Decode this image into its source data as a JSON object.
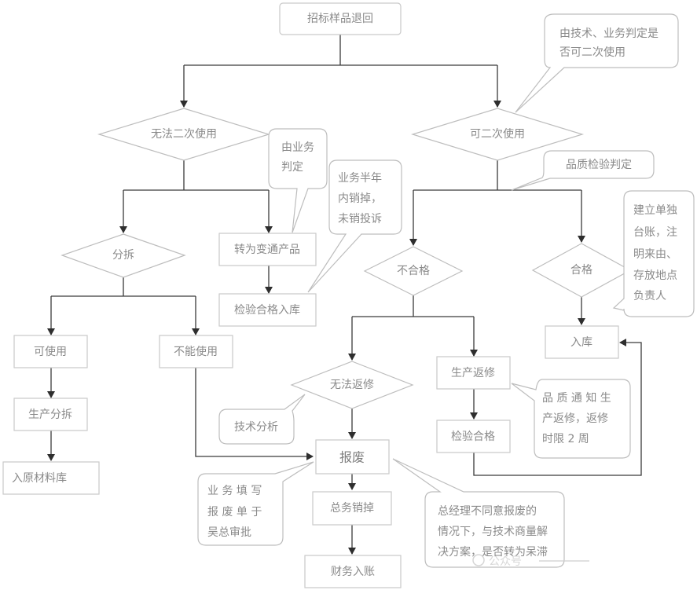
{
  "nodes": {
    "start": "招标样品退回",
    "unusable": "无法二次使用",
    "reusable": "可二次使用",
    "dismantle": "分拆",
    "convert": "转为变通产品",
    "inspect_pass_store": "检验合格入库",
    "fail": "不合格",
    "pass": "合格",
    "usable": "可使用",
    "not_usable": "不能使用",
    "prod_dismantle": "生产分拆",
    "raw_store": "入原材料库",
    "cannot_repair": "无法返修",
    "prod_repair": "生产返修",
    "inspect_pass": "检验合格",
    "scrap": "报废",
    "gm_writeoff": "总务销掉",
    "finance": "财务入账",
    "store": "入库"
  },
  "callouts": {
    "tech_business": [
      "由技术、业务判定是",
      "否可二次使用"
    ],
    "by_business": [
      "由业务",
      "判定"
    ],
    "half_year": [
      "业务半年",
      "内销掉，",
      "未销投诉"
    ],
    "quality_check": [
      "品质检验判定"
    ],
    "ledger": [
      "建立单独",
      "台账，注",
      "明来由、",
      "存放地点",
      "负责人"
    ],
    "repair_notice": [
      "品 质 通 知 生",
      "产返修，返修",
      "时限 2 周"
    ],
    "tech_analysis": [
      "技术分析"
    ],
    "scrap_form": [
      "业 务 填 写",
      "报 废 单 于",
      "吴总审批"
    ],
    "gm_disagree": [
      "总经理不同意报废的",
      "情况下，与技术商量解",
      "决方案，是否转为呆滞"
    ]
  },
  "watermark": "公众号"
}
